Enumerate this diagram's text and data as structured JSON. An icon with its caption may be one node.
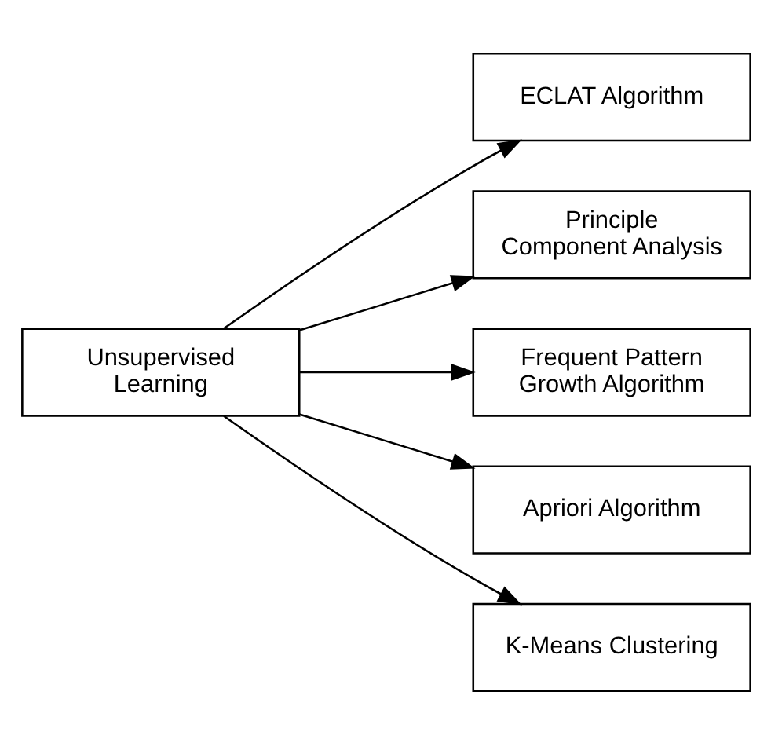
{
  "diagram": {
    "nodes": [
      {
        "text": [
          "Unsupervised Learning"
        ]
      },
      {
        "text": [
          "ECLAT Algorithm"
        ]
      },
      {
        "text": [
          "Principle Component Analysis"
        ]
      },
      {
        "text": [
          "Frequent Pattern Growth Algorithm"
        ]
      },
      {
        "text": [
          "Apriori Algorithm"
        ]
      },
      {
        "text": [
          "K-Means Clustering"
        ]
      }
    ],
    "edges": [
      {
        "from": 0,
        "to": 1,
        "arrow": "to"
      },
      {
        "from": 0,
        "to": 2,
        "arrow": "to"
      },
      {
        "from": 0,
        "to": 3,
        "arrow": "to"
      },
      {
        "from": 0,
        "to": 4,
        "arrow": "to"
      },
      {
        "from": 0,
        "to": 5,
        "arrow": "to"
      }
    ]
  }
}
